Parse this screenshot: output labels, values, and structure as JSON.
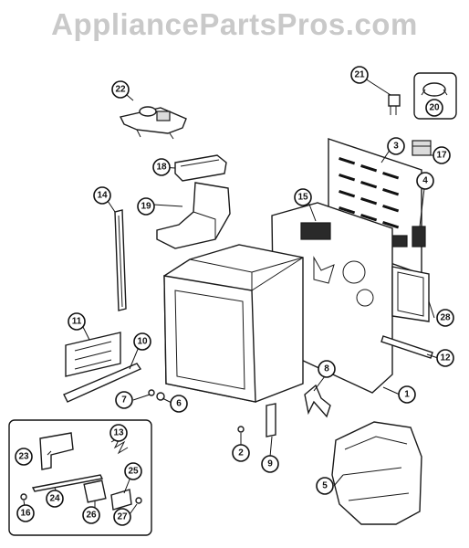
{
  "watermark": "AppliancePartsPros.com",
  "callouts": [
    {
      "id": "c1",
      "label": "1"
    },
    {
      "id": "c2",
      "label": "2"
    },
    {
      "id": "c3",
      "label": "3"
    },
    {
      "id": "c4",
      "label": "4"
    },
    {
      "id": "c5",
      "label": "5"
    },
    {
      "id": "c6",
      "label": "6"
    },
    {
      "id": "c7",
      "label": "7"
    },
    {
      "id": "c8",
      "label": "8"
    },
    {
      "id": "c9",
      "label": "9"
    },
    {
      "id": "c10",
      "label": "10"
    },
    {
      "id": "c11",
      "label": "11"
    },
    {
      "id": "c12",
      "label": "12"
    },
    {
      "id": "c13",
      "label": "13"
    },
    {
      "id": "c14",
      "label": "14"
    },
    {
      "id": "c15",
      "label": "15"
    },
    {
      "id": "c16",
      "label": "16"
    },
    {
      "id": "c17",
      "label": "17"
    },
    {
      "id": "c18",
      "label": "18"
    },
    {
      "id": "c19",
      "label": "19"
    },
    {
      "id": "c20",
      "label": "20"
    },
    {
      "id": "c21",
      "label": "21"
    },
    {
      "id": "c22",
      "label": "22"
    },
    {
      "id": "c23",
      "label": "23"
    },
    {
      "id": "c24",
      "label": "24"
    },
    {
      "id": "c25",
      "label": "25"
    },
    {
      "id": "c26",
      "label": "26"
    },
    {
      "id": "c27",
      "label": "27"
    },
    {
      "id": "c28",
      "label": "28"
    }
  ]
}
